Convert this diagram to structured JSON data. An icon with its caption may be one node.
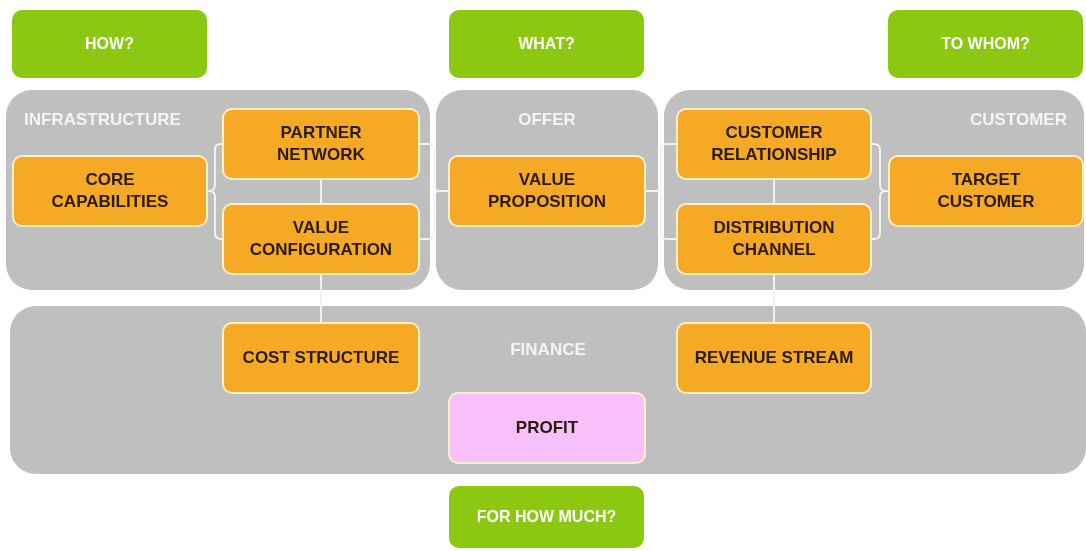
{
  "diagram": {
    "nodes": [
      {
        "text": [
          "HOW?"
        ]
      },
      {
        "text": [
          "WHAT?"
        ]
      },
      {
        "text": [
          "TO WHOM?"
        ]
      },
      {
        "text": [
          "INFRASTRUCTURE"
        ]
      },
      {
        "text": [
          "PARTNER NETWORK"
        ],
        "in": 3
      },
      {
        "text": [
          "CORE CAPABILITIES"
        ],
        "in": 3
      },
      {
        "text": [
          "VALUE CONFIGURATION"
        ],
        "in": 3
      },
      {
        "text": [
          "OFFER"
        ]
      },
      {
        "text": [
          "VALUE PROPOSITION"
        ],
        "in": 7
      },
      {
        "text": [
          "CUSTOMER"
        ]
      },
      {
        "text": [
          "CUSTOMER RELATIONSHIP"
        ],
        "in": 9
      },
      {
        "text": [
          "TARGET CUSTOMER"
        ],
        "in": 9
      },
      {
        "text": [
          "DISTRIBUTION CHANNEL"
        ],
        "in": 9
      },
      {
        "text": [
          "FINANCE"
        ]
      },
      {
        "text": [
          "COST STRUCTURE"
        ],
        "in": 13
      },
      {
        "text": [
          "REVENUE STREAM"
        ],
        "in": 13
      },
      {
        "text": [
          "PROFIT"
        ],
        "in": 13
      },
      {
        "text": [
          "FOR HOW MUCH?"
        ]
      }
    ],
    "edges": [
      {
        "from": 5,
        "to": 4,
        "arrow": "none"
      },
      {
        "from": 5,
        "to": 6,
        "arrow": "none"
      },
      {
        "from": 4,
        "to": 6,
        "arrow": "none"
      },
      {
        "from": 4,
        "to": 8,
        "arrow": "none"
      },
      {
        "from": 6,
        "to": 8,
        "arrow": "none"
      },
      {
        "from": 8,
        "to": 10,
        "arrow": "none"
      },
      {
        "from": 8,
        "to": 12,
        "arrow": "none"
      },
      {
        "from": 10,
        "to": 12,
        "arrow": "none"
      },
      {
        "from": 10,
        "to": 11,
        "arrow": "none"
      },
      {
        "from": 12,
        "to": 11,
        "arrow": "none"
      },
      {
        "from": 6,
        "to": 14,
        "arrow": "none"
      },
      {
        "from": 12,
        "to": 15,
        "arrow": "none"
      }
    ]
  }
}
